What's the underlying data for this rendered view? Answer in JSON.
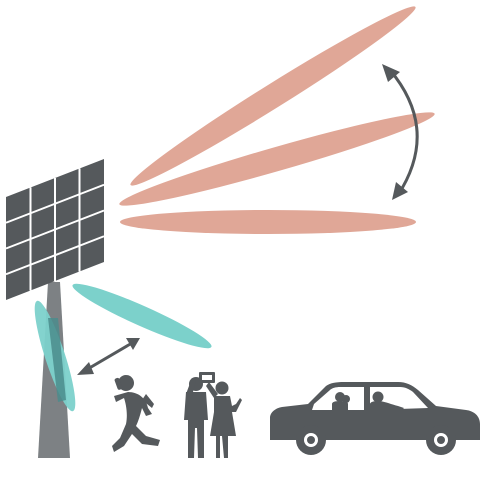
{
  "colors": {
    "background": "#ffffff",
    "panel": "#55595c",
    "panel_grid": "#ffffff",
    "pole": "#7d8184",
    "beam_long_range": "#e0a797",
    "beam_short_range": "#7cd1cb",
    "beam_overlap": "#4b8c8c",
    "arrow": "#55595c",
    "figure": "#55595c"
  },
  "diagram": {
    "long_range_beams": [
      {
        "name": "upper-beam"
      },
      {
        "name": "middle-beam"
      },
      {
        "name": "lower-beam"
      }
    ],
    "short_range_beams": [
      {
        "name": "pole-beam"
      },
      {
        "name": "diagonal-beam"
      }
    ],
    "arrows": [
      {
        "name": "elevation-steering-arrow",
        "style": "double-headed-curved"
      },
      {
        "name": "azimuth-steering-arrow",
        "style": "double-headed-straight"
      }
    ],
    "targets": [
      {
        "icon": "running-person-with-phone-icon"
      },
      {
        "icon": "couple-taking-selfie-icon"
      },
      {
        "icon": "car-with-passengers-icon"
      }
    ]
  }
}
